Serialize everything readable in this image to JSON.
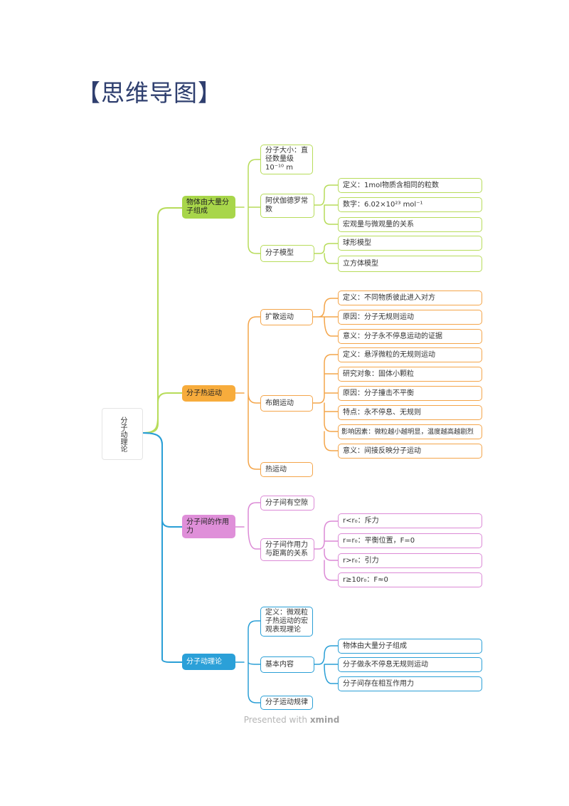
{
  "title": "【思维导图】",
  "root": "分子动理论",
  "branches": {
    "b1": {
      "label": "物体由大量分子组成",
      "color": "#a8d64a",
      "size_label": "分子大小：直径数量级10⁻¹⁰ m",
      "avogadro_label": "阿伏伽德罗常数",
      "avogadro_items": [
        "定义：1mol物质含相同的粒数",
        "数字：6.02×10²³ mol⁻¹",
        "宏观量与微观量的关系"
      ],
      "model_label": "分子模型",
      "model_items": [
        "球形模型",
        "立方体模型"
      ]
    },
    "b2": {
      "label": "分子热运动",
      "color": "#f7ac3c",
      "diffusion_label": "扩散运动",
      "diffusion_items": [
        "定义：不同物质彼此进入对方",
        "原因：分子无规则运动",
        "意义：分子永不停息运动的证据"
      ],
      "brownian_label": "布朗运动",
      "brownian_items": [
        "定义：悬浮微粒的无规则运动",
        "研究对象：固体小颗粒",
        "原因：分子撞击不平衡",
        "特点：永不停息、无规则",
        "影响因素：微粒越小越明显，温度越高越剧烈",
        "意义：间接反映分子运动"
      ],
      "thermal_label": "热运动"
    },
    "b3": {
      "label": "分子间的作用力",
      "color": "#df8fd9",
      "gap_label": "分子间有空隙",
      "force_label": "分子间作用力与距离的关系",
      "force_items": [
        "r<r₀：斥力",
        "r=r₀：平衡位置，F=0",
        "r>r₀：引力",
        "r≥10r₀：F≈0"
      ]
    },
    "b4": {
      "label": "分子动理论",
      "color": "#2ba0d8",
      "def_label": "定义：微观粒子热运动的宏观表现理论",
      "content_label": "基本内容",
      "content_items": [
        "物体由大量分子组成",
        "分子做永不停息无规则运动",
        "分子间存在相互作用力"
      ],
      "law_label": "分子运动规律"
    }
  },
  "watermark": {
    "prefix": "Presented with ",
    "brand": "xmind"
  }
}
